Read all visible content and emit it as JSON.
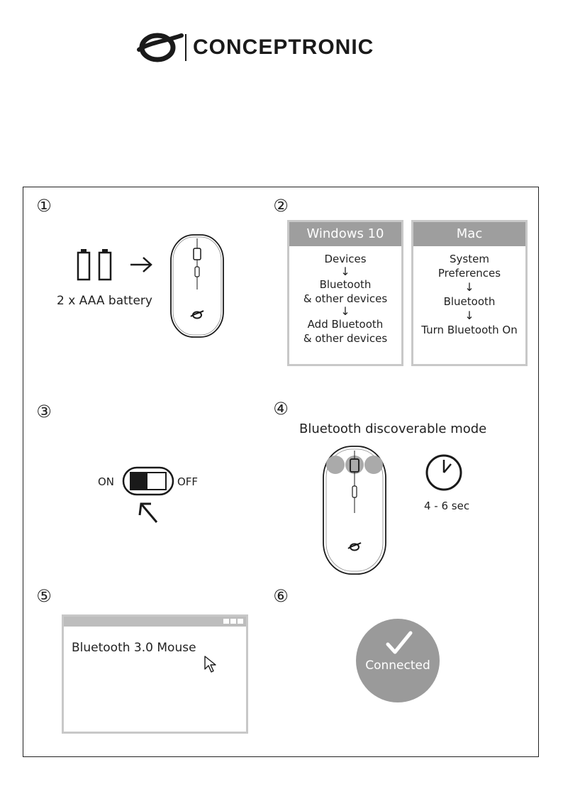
{
  "header": {
    "brand": "CONCEPTRONIC"
  },
  "steps": [
    {
      "number": "①"
    },
    {
      "number": "②"
    },
    {
      "number": "③"
    },
    {
      "number": "④"
    },
    {
      "number": "⑤"
    },
    {
      "number": "⑥"
    }
  ],
  "step1": {
    "battery_label": "2 x AAA battery",
    "arrow": "→"
  },
  "step2": {
    "windows": {
      "title": "Windows 10",
      "lines": [
        "Devices",
        "Bluetooth",
        "& other devices",
        "Add Bluetooth",
        "& other devices"
      ]
    },
    "mac": {
      "title": "Mac",
      "lines": [
        "System",
        "Preferences",
        "Bluetooth",
        "Turn Bluetooth On"
      ]
    },
    "arrow": "↓"
  },
  "step3": {
    "on_label": "ON",
    "off_label": "OFF"
  },
  "step4": {
    "title": "Bluetooth discoverable mode",
    "duration": "4 - 6 sec"
  },
  "step5": {
    "device_name": "Bluetooth 3.0 Mouse"
  },
  "step6": {
    "status": "Connected"
  },
  "colors": {
    "header_gray": "#9e9e9e",
    "border_gray": "#c8c8c8",
    "circle_gray": "#9a9a9a"
  }
}
